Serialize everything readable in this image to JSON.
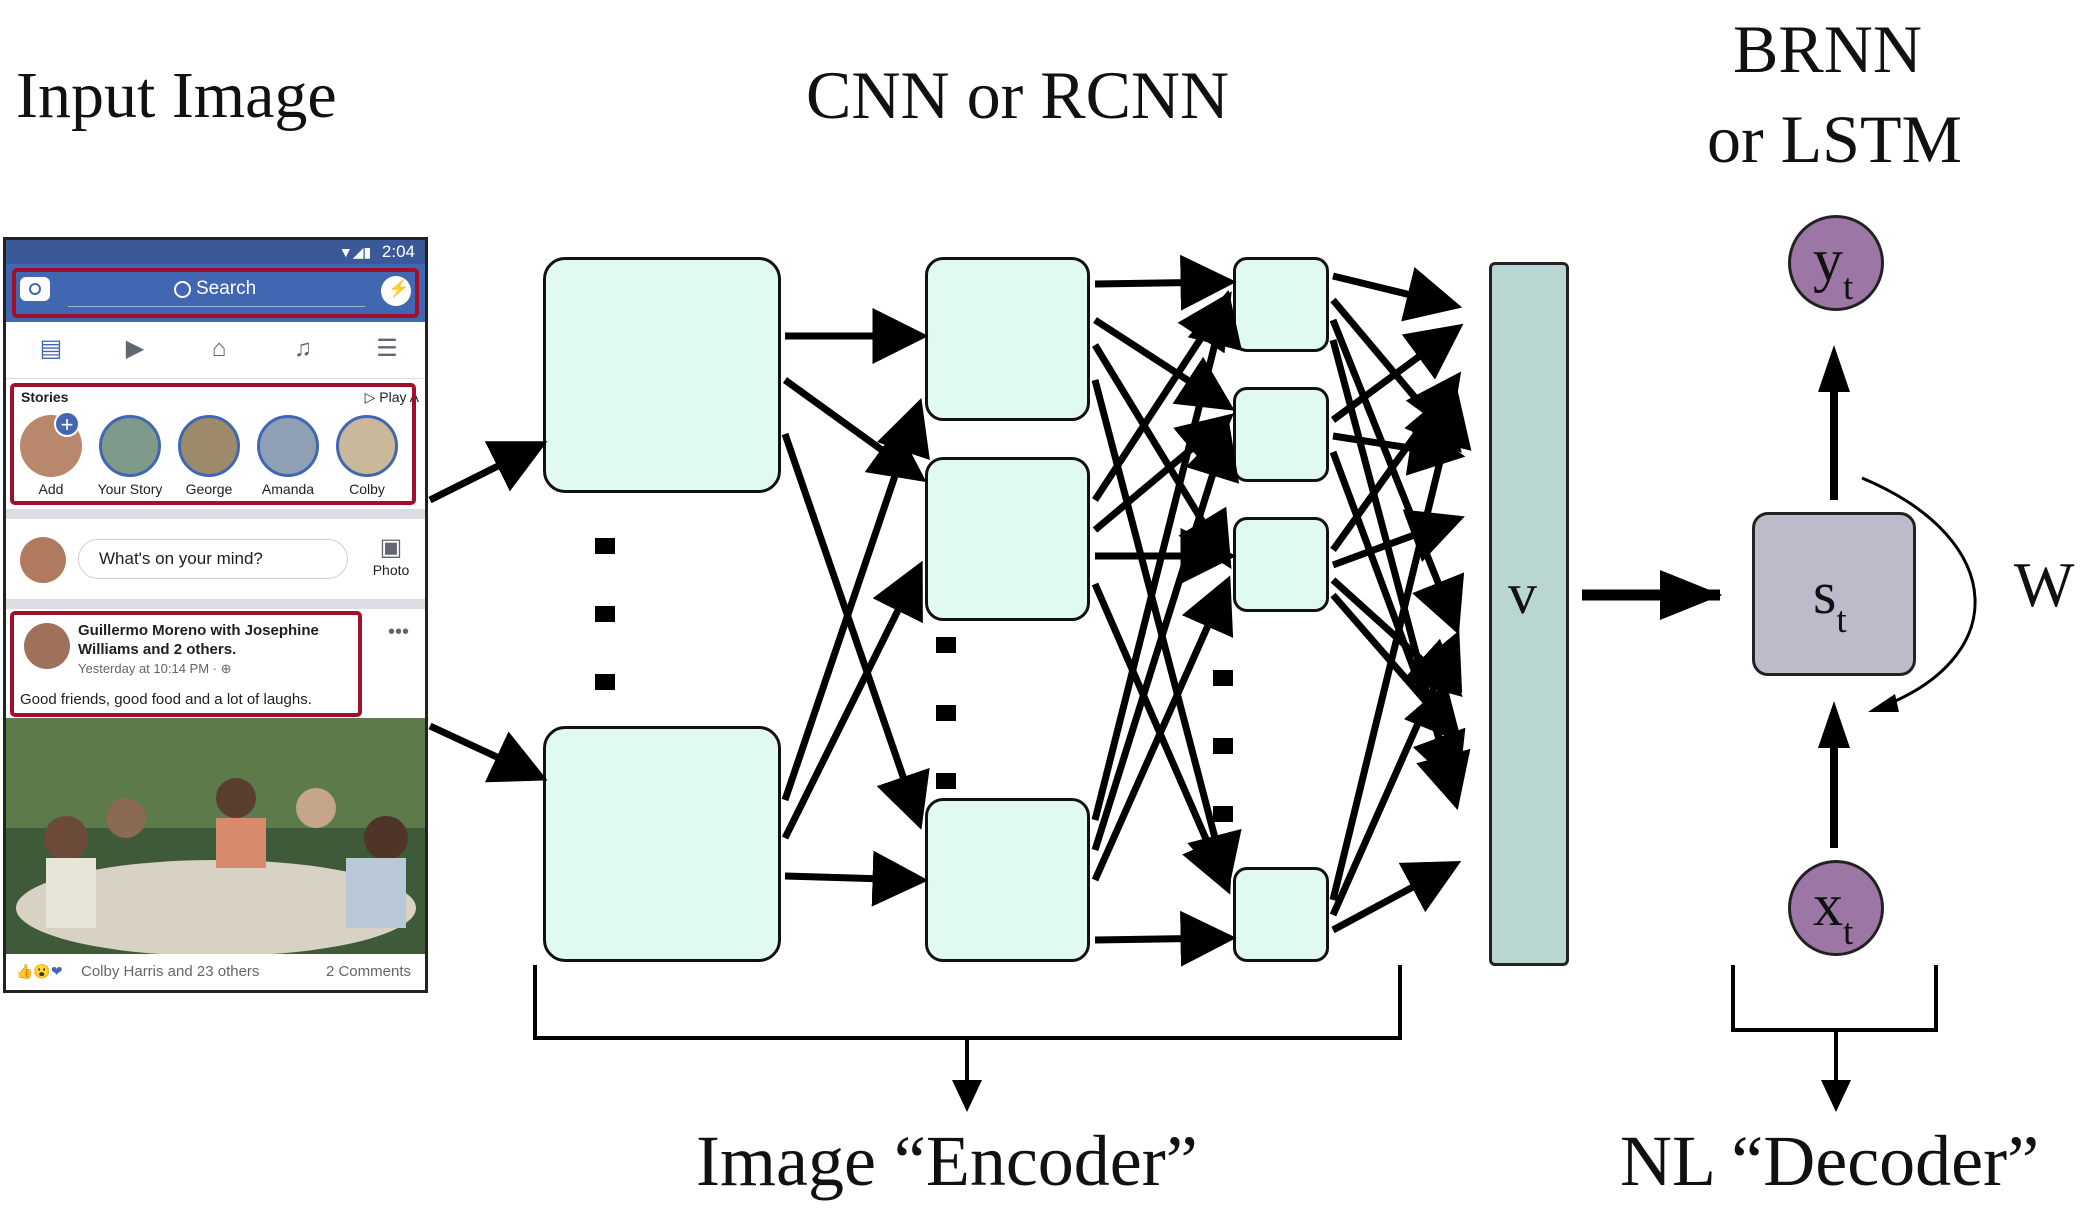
{
  "titles": {
    "input_image": "Input Image",
    "cnn": "CNN or RCNN",
    "brnn_line1": "BRNN",
    "brnn_line2": "or LSTM",
    "encoder": "Image “Encoder”",
    "decoder": "NL “Decoder”"
  },
  "labels": {
    "v": "v",
    "W": "W",
    "y": "y",
    "y_sub": "t",
    "s": "s",
    "s_sub": "t",
    "x": "x",
    "x_sub": "t"
  },
  "phone": {
    "status_time": "2:04",
    "search_label": "Search",
    "stories_header": "Stories",
    "play_all": "▷ Play A",
    "stories": [
      {
        "label": "Add"
      },
      {
        "label": "Your Story"
      },
      {
        "label": "George"
      },
      {
        "label": "Amanda"
      },
      {
        "label": "Colby"
      }
    ],
    "composer_placeholder": "What's on your mind?",
    "photo_label": "Photo",
    "post_author": "Guillermo Moreno with Josephine Williams and 2 others.",
    "post_time": "Yesterday at 10:14 PM · ⊕",
    "post_text": "Good friends, good food and a lot of laughs.",
    "reactions_text": "Colby Harris and 23 others",
    "comments_text": "2 Comments"
  },
  "colors": {
    "node_fill": "#e1faef",
    "v_fill": "#b9d6d2",
    "state_fill": "#bdbbc9",
    "io_fill": "#9c77a6",
    "highlight": "#a1102a",
    "fb_blue": "#4267b2"
  }
}
